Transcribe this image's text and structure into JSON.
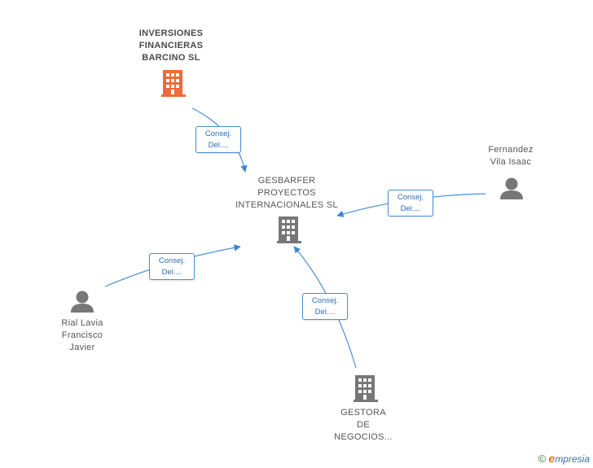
{
  "colors": {
    "edge": "#4a8fd4",
    "highlight_building": "#ef6a3a",
    "building": "#777777",
    "person": "#777777"
  },
  "nodes": {
    "inversiones": {
      "lines": [
        "INVERSIONES",
        "FINANCIERAS",
        "BARCINO SL"
      ],
      "icon": "building-icon"
    },
    "gesbarfer": {
      "lines": [
        "GESBARFER",
        "PROYECTOS",
        "INTERNACIONALES SL"
      ],
      "icon": "building-icon"
    },
    "fernandez": {
      "lines": [
        "Fernandez",
        "Vila Isaac"
      ],
      "icon": "person-icon"
    },
    "rial": {
      "lines": [
        "Rial Lavia",
        "Francisco",
        "Javier"
      ],
      "icon": "person-icon"
    },
    "gestora": {
      "lines": [
        "GESTORA",
        "DE",
        "NEGOCIOS..."
      ],
      "icon": "building-icon"
    }
  },
  "edges": [
    {
      "lines": [
        "Consej.",
        "Del...."
      ]
    },
    {
      "lines": [
        "Consej.",
        "Del...."
      ]
    },
    {
      "lines": [
        "Consej.",
        "Del...."
      ]
    },
    {
      "lines": [
        "Consej.",
        "Del...."
      ]
    }
  ],
  "brand": {
    "copyright": "©",
    "e": "e",
    "rest": "mpresia"
  }
}
